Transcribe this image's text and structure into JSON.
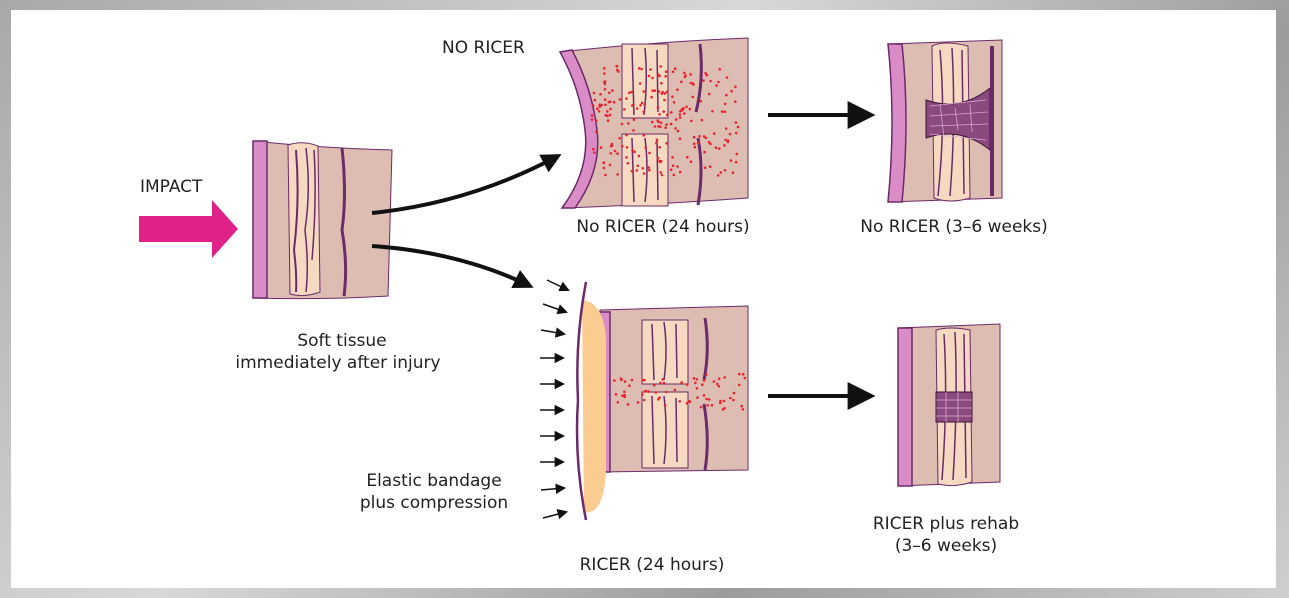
{
  "labels": {
    "impact": "IMPACT",
    "no_ricer_heading": "NO RICER",
    "soft_tissue_line1": "Soft tissue",
    "soft_tissue_line2": "immediately after injury",
    "no_ricer_24h": "No RICER (24 hours)",
    "no_ricer_3_6w": "No RICER (3–6 weeks)",
    "bandage_line1": "Elastic bandage",
    "bandage_line2": "plus compression",
    "ricer_24h": "RICER (24 hours)",
    "ricer_rehab_line1": "RICER plus rehab",
    "ricer_rehab_line2": "(3–6 weeks)"
  },
  "colors": {
    "tissue": "#ddbdb2",
    "skin": "#d98cc6",
    "skin_edge": "#6b2a6a",
    "fiber": "#f5d9c1",
    "vein": "#6b2a6a",
    "bleed_dot": "#e8232f",
    "impact_arrow": "#e0218a",
    "bandage": "#fbcc90",
    "arrow": "#111111"
  }
}
